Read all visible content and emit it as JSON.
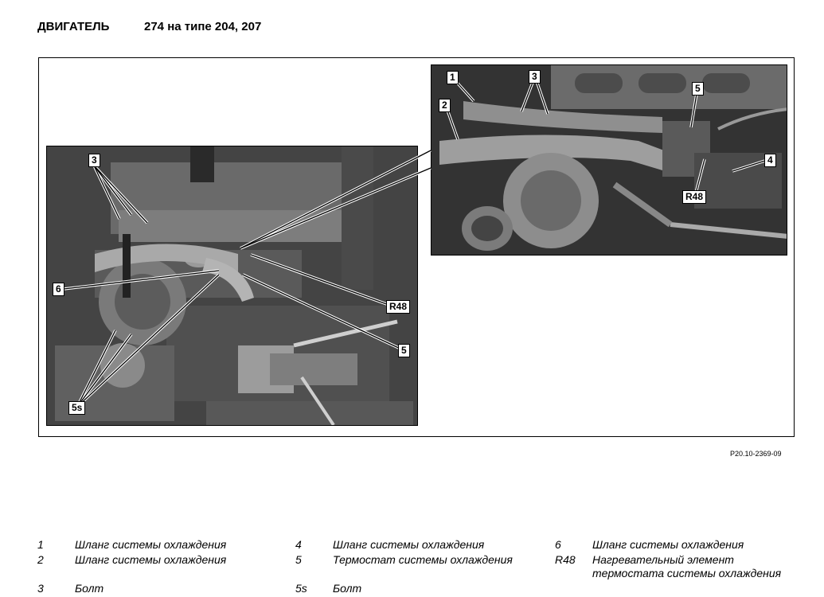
{
  "header": {
    "title": "ДВИГАТЕЛЬ",
    "model": "274 на типе 204, 207"
  },
  "figure": {
    "labels": {
      "main": {
        "l3": "3",
        "l6": "6",
        "lR48": "R48",
        "l5": "5",
        "l5s": "5s"
      },
      "inset": {
        "l1": "1",
        "l2": "2",
        "l3": "3",
        "l5": "5",
        "l4": "4",
        "lR48": "R48"
      }
    },
    "reference": "P20.10-2369-09"
  },
  "legend": [
    {
      "num": "1",
      "text": "Шланг системы охлаждения"
    },
    {
      "num": "2",
      "text": "Шланг системы охлаждения"
    },
    {
      "num": "3",
      "text": "Болт"
    },
    {
      "num": "4",
      "text": "Шланг системы охлаждения"
    },
    {
      "num": "5",
      "text": "Термостат системы охлаждения"
    },
    {
      "num": "5s",
      "text": "Болт"
    },
    {
      "num": "6",
      "text": "Шланг системы охлаждения"
    },
    {
      "num": "R48",
      "text": "Нагревательный элемент термостата системы охлаждения"
    }
  ]
}
